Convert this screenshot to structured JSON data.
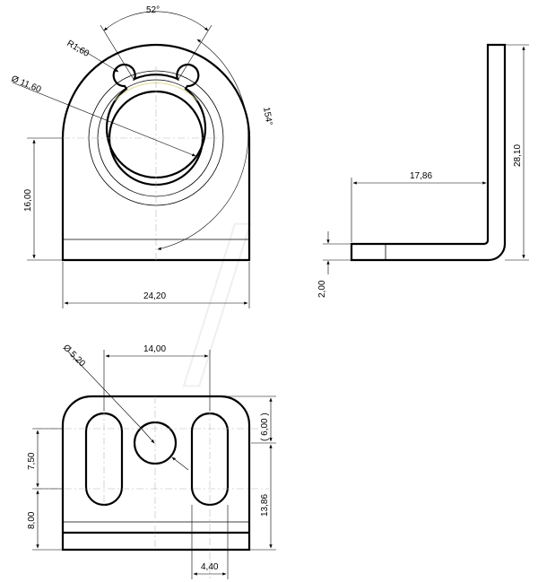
{
  "front_view": {
    "angle_slots": "52°",
    "slot_radius": "R1,60",
    "hole_diameter": "Ø 11,60",
    "angle_arc": "154°",
    "height_center": "16,00",
    "width": "24,20"
  },
  "side_view": {
    "leg_length": "17,86",
    "height": "28,10",
    "thickness": "2,00"
  },
  "bottom_view": {
    "hole_diameter": "Ø 5,20",
    "slot_spacing": "14,00",
    "top_offset": "( 6,00 )",
    "slot_length": "7,50",
    "bottom_offset": "8,00",
    "total_height": "13,86",
    "slot_width": "4,40"
  }
}
